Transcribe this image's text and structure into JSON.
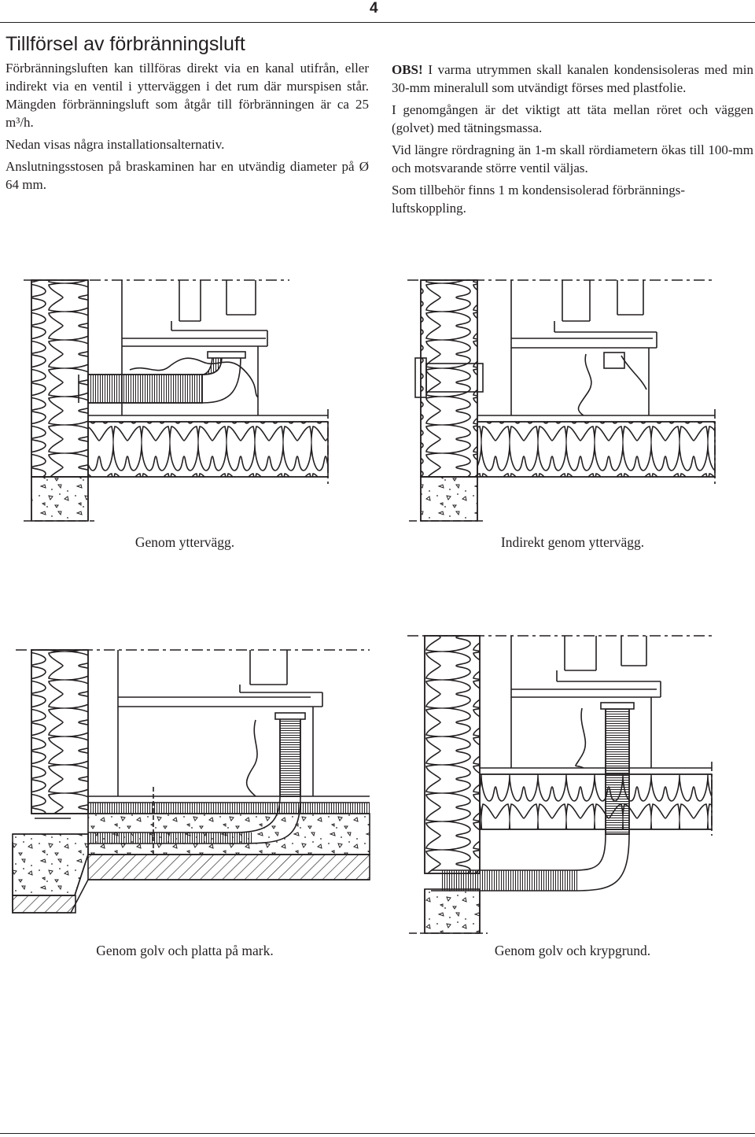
{
  "page_number": "4",
  "heading": "Tillförsel av förbränningsluft",
  "left_paragraphs": [
    "Förbränningsluften kan tillföras direkt via en kanal utifrån, eller indirekt via en ventil i ytterväggen i det rum där murspisen står. Mängden förbränningsluft som åtgår till förbränningen är ca 25 m³/h.",
    "Nedan visas några installationsalternativ.",
    "Anslutningsstosen på braskaminen har en utvändig diameter på Ø 64 mm."
  ],
  "right_obs_label": "OBS!",
  "right_paragraphs": [
    "I varma utrymmen skall kanalen kondensisoleras med min 30-mm mineralull som utvändigt förses med plastfolie.",
    "I genomgången är det viktigt att täta mellan röret och väggen (golvet) med tätningsmassa.",
    "Vid längre rördragning än 1-m skall rördiametern ökas till 100-mm och motsvarande större ventil väljas.",
    "Som tillbehör finns 1 m  kondensisolerad förbrännings-luftskoppling."
  ],
  "captions": {
    "fig1": "Genom yttervägg.",
    "fig2": "Indirekt genom yttervägg.",
    "fig3": "Genom golv och platta på mark.",
    "fig4": "Genom golv och krypgrund."
  },
  "colors": {
    "ink": "#231f20",
    "paper": "#ffffff"
  }
}
